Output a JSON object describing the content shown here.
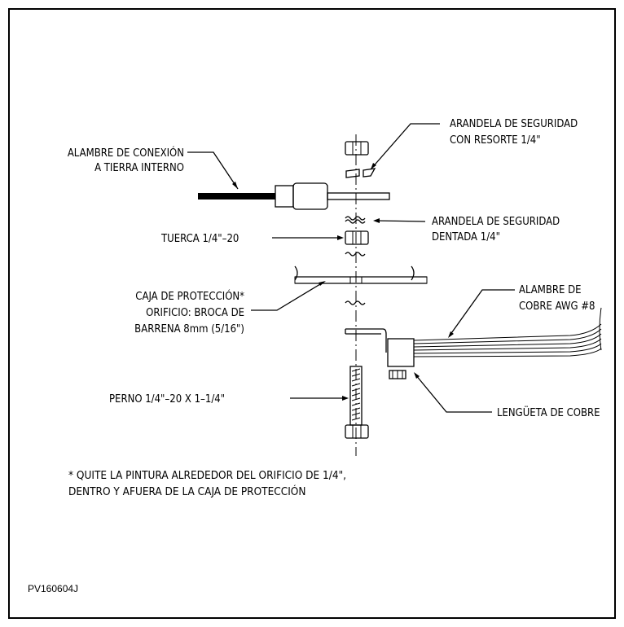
{
  "labels": {
    "ground_wire": [
      "ALAMBRE DE CONEXIÓN",
      "A TIERRA INTERNO"
    ],
    "spring_lock_washer": [
      "ARANDELA DE SEGURIDAD",
      "CON RESORTE 1/4\""
    ],
    "toothed_lock_washer": [
      "ARANDELA DE SEGURIDAD",
      "DENTADA 1/4\""
    ],
    "nut": "TUERCA 1/4\"–20",
    "enclosure": [
      "CAJA DE PROTECCIÓN*",
      "ORIFICIO: BROCA DE",
      "BARRENA 8mm (5/16\")"
    ],
    "copper_wire": [
      "ALAMBRE DE",
      "COBRE AWG #8"
    ],
    "bolt": "PERNO 1/4\"–20 X 1–1/4\"",
    "copper_lug": "LENGÜETA DE COBRE"
  },
  "note": [
    "* QUITE LA PINTURA ALREDEDOR DEL ORIFICIO DE 1/4\",",
    "DENTRO Y AFUERA DE LA CAJA DE PROTECCIÓN"
  ],
  "drawing_code": "PV160604J"
}
